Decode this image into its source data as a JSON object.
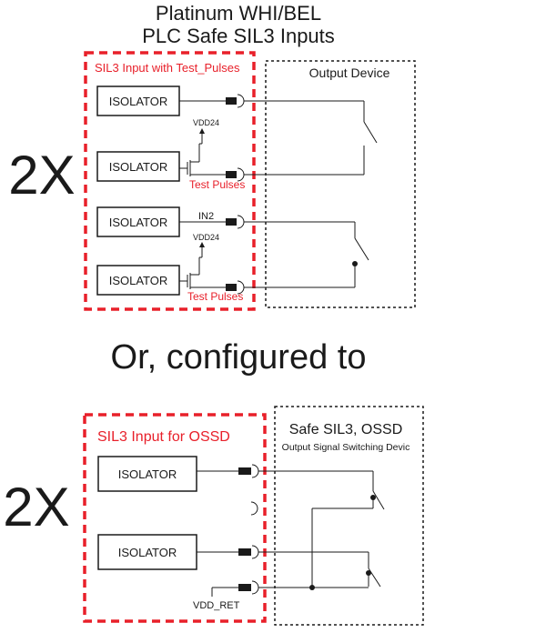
{
  "title": {
    "line1": "Platinum WHI/BEL",
    "line2": "PLC Safe SIL3 Inputs"
  },
  "multiplier_top": "2X",
  "multiplier_bottom": "2X",
  "separator_text": "Or, configured to",
  "top_config": {
    "input_group_label": "SIL3 Input with Test_Pulses",
    "output_group_label": "Output Device",
    "isolators": [
      "ISOLATOR",
      "ISOLATOR",
      "ISOLATOR",
      "ISOLATOR"
    ],
    "vdd_labels": [
      "VDD24",
      "VDD24"
    ],
    "test_pulse_labels": [
      "Test Pulses",
      "Test Pulses"
    ],
    "in_label": "IN2"
  },
  "bottom_config": {
    "input_group_label": "SIL3 Input for OSSD",
    "output_group_title": "Safe SIL3, OSSD",
    "output_group_subtitle": "Output Signal Switching Devic",
    "isolators": [
      "ISOLATOR",
      "ISOLATOR"
    ],
    "vdd_ret_label": "VDD_RET"
  },
  "colors": {
    "accent_red": "#e8202a",
    "ink": "#1a1a1a"
  }
}
